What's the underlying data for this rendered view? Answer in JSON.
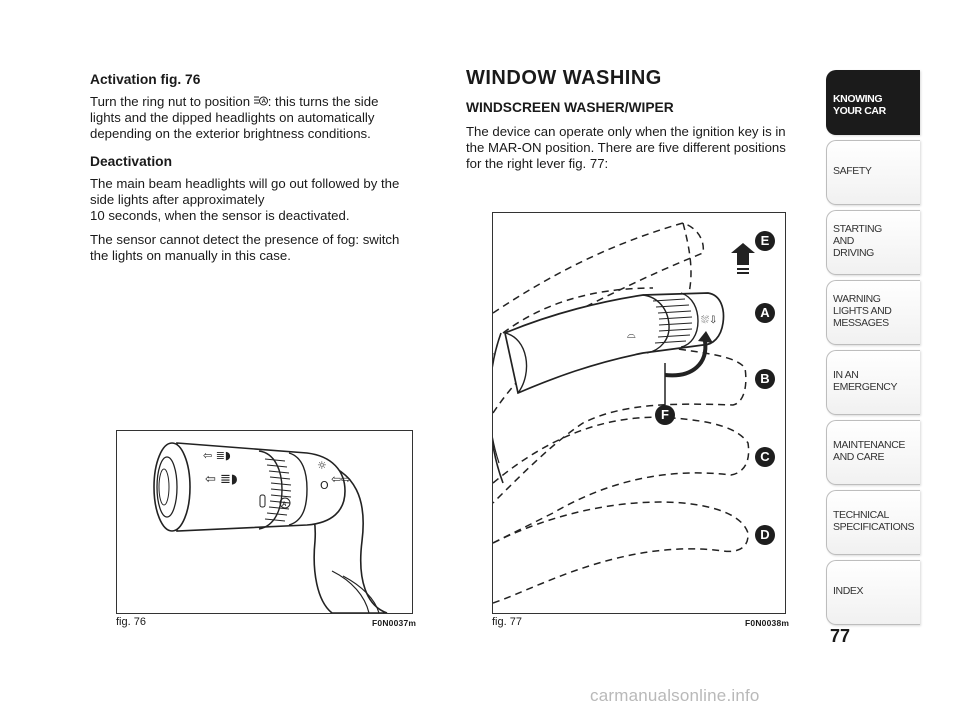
{
  "left_column": {
    "activation_heading": "Activation fig. 76",
    "activation_text_before_icon": "Turn the ring nut to position ",
    "activation_icon": "auto-headlight-icon",
    "activation_text_after_icon": ": this turns the side",
    "activation_text_rest": [
      "lights and the dipped headlights on automatically",
      "depending on the exterior brightness conditions."
    ],
    "deactivation_heading": "Deactivation",
    "deactivation_text": [
      "The main beam headlights will go out followed by the",
      "side lights after approximately",
      "10 seconds, when the sensor is deactivated."
    ],
    "fog_text": [
      "The sensor cannot detect the presence of fog: switch",
      "the lights on manually in this case."
    ]
  },
  "right_column": {
    "section_title": "WINDOW WASHING",
    "sub_title": "WINDSCREEN WASHER/WIPER",
    "body_text": [
      "The device can operate only when the ignition key is in",
      "the MAR-ON position. There are five different positions",
      "for the right lever fig. 77:"
    ]
  },
  "figures": {
    "fig76": {
      "label": "fig. 76",
      "code": "F0N0037m"
    },
    "fig77": {
      "label": "fig. 77",
      "code": "F0N0038m",
      "markers": [
        "E",
        "A",
        "B",
        "C",
        "D",
        "F"
      ]
    }
  },
  "tabs": [
    {
      "label": "KNOWING\nYOUR CAR",
      "active": true
    },
    {
      "label": "SAFETY",
      "active": false
    },
    {
      "label": "STARTING\nAND\nDRIVING",
      "active": false
    },
    {
      "label": "WARNING\nLIGHTS AND\nMESSAGES",
      "active": false
    },
    {
      "label": "IN AN\nEMERGENCY",
      "active": false
    },
    {
      "label": "MAINTENANCE\nAND CARE",
      "active": false
    },
    {
      "label": "TECHNICAL\nSPECIFICATIONS",
      "active": false
    },
    {
      "label": "INDEX",
      "active": false
    }
  ],
  "page_number": "77",
  "watermark": "carmanualsonline.info",
  "colors": {
    "active_tab": "#1b1b1b",
    "marker_fill": "#1e1e1e",
    "watermark": "#b9b9b9"
  }
}
